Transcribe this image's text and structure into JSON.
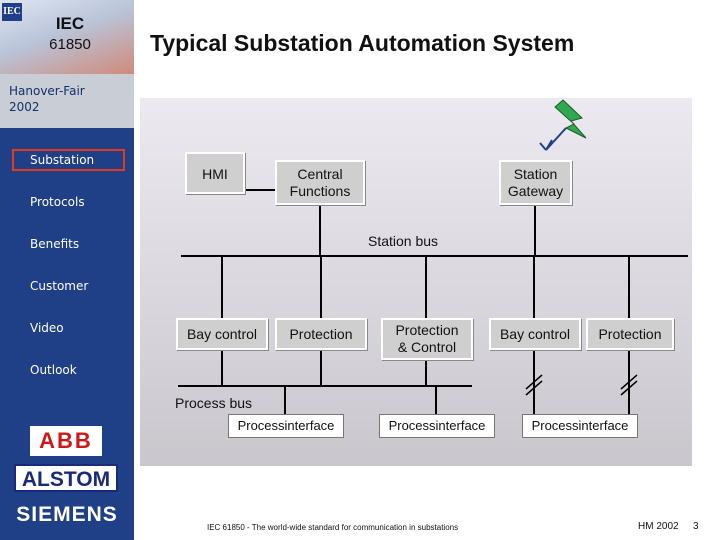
{
  "sidebar": {
    "logo_iec": "IEC",
    "logo_number": "61850",
    "mini_logo": "IEC",
    "event_line1": "Hanover-Fair",
    "event_line2": "2002",
    "items": [
      "Substation",
      "Protocols",
      "Benefits",
      "Customer",
      "Video",
      "Outlook"
    ],
    "active_item": "Substation",
    "companies": [
      "ABB",
      "ALSTOM",
      "SIEMENS"
    ]
  },
  "title": "Typical Substation Automation System",
  "diagram": {
    "station_level": {
      "hmi": "HMI",
      "central_functions_line1": "Central",
      "central_functions_line2": "Functions",
      "station_gateway_line1": "Station",
      "station_gateway_line2": "Gateway"
    },
    "station_bus_label": "Station bus",
    "bay_level": {
      "bay_control_1": "Bay control",
      "protection_1": "Protection",
      "protection_control_line1": "Protection",
      "protection_control_line2": "& Control",
      "bay_control_2": "Bay control",
      "protection_2": "Protection"
    },
    "process_bus_label": "Process bus",
    "process_interfaces": [
      "Processinterface",
      "Processinterface",
      "Processinterface"
    ]
  },
  "footer": {
    "text": "IEC 61850 - The world-wide standard for communication in substations",
    "ref": "HM 2002",
    "page": "3"
  },
  "colors": {
    "sidebar": "#1f3f86",
    "active_border": "#e23a1a",
    "box_fill": "#cfcfcf",
    "lightning": "#2fa84f"
  },
  "icons": [
    "lightning-icon"
  ]
}
